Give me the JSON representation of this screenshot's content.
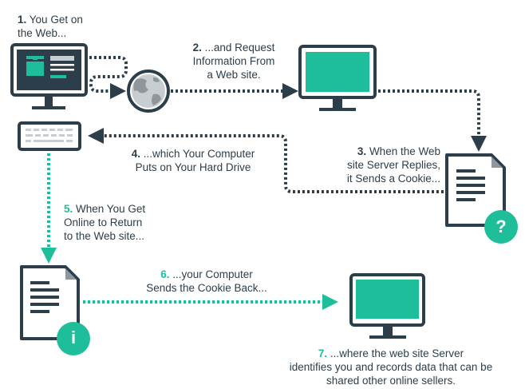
{
  "colors": {
    "dark": "#2c3e4a",
    "teal": "#1fbe9a",
    "grey": "#8f969c",
    "light_grey": "#c8cdd1"
  },
  "steps": [
    {
      "num": "1.",
      "lines": [
        "You Get on",
        "the Web..."
      ],
      "num_color": "dark"
    },
    {
      "num": "2.",
      "lines": [
        "...and Request",
        "Information From",
        "a Web site."
      ],
      "num_color": "dark"
    },
    {
      "num": "3.",
      "lines": [
        "When the Web",
        "site Server Replies,",
        "it Sends a Cookie..."
      ],
      "num_color": "dark"
    },
    {
      "num": "4.",
      "lines": [
        "...which Your Computer",
        "Puts on Your Hard Drive"
      ],
      "num_color": "dark"
    },
    {
      "num": "5.",
      "lines": [
        "When You Get",
        "Online to Return",
        "to the Web site..."
      ],
      "num_color": "teal"
    },
    {
      "num": "6.",
      "lines": [
        "...your Computer",
        "Sends the Cookie Back..."
      ],
      "num_color": "teal"
    },
    {
      "num": "7.",
      "lines": [
        "...where the web site Server",
        "identifies you and records data that can be",
        "shared other online sellers."
      ],
      "num_color": "teal"
    }
  ],
  "icons": {
    "question_mark": "?",
    "info_mark": "i"
  }
}
